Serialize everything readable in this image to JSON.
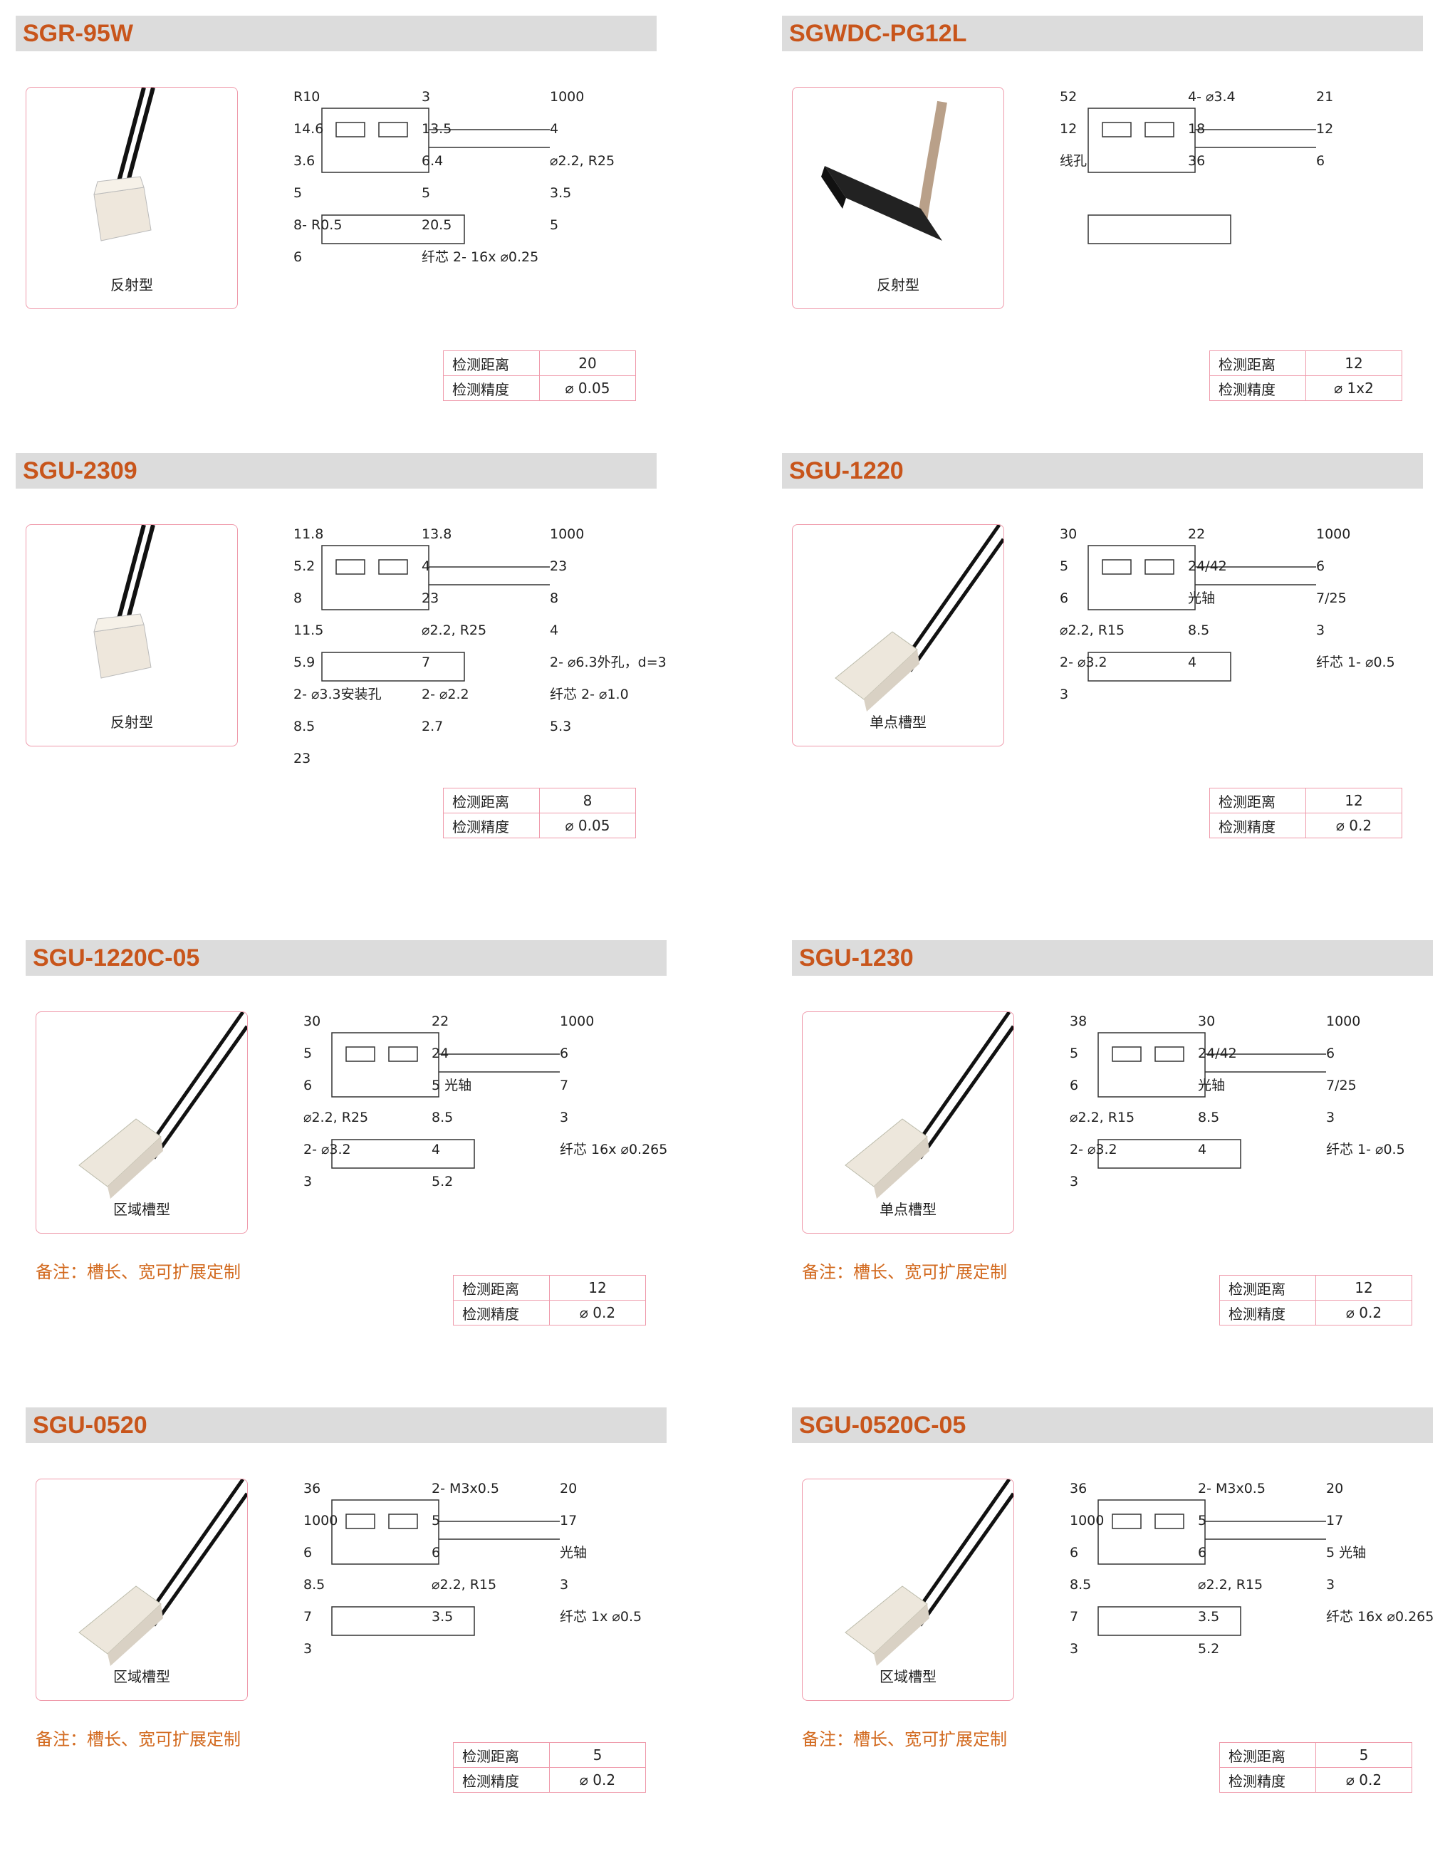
{
  "products": [
    {
      "model": "SGR-95W",
      "type": "反射型",
      "note": "",
      "specs": [
        {
          "label": "检测距离",
          "value": "20"
        },
        {
          "label": "检测精度",
          "value": "⌀ 0.05"
        }
      ],
      "dims": [
        "R10",
        "3",
        "1000",
        "14.6",
        "13.5",
        "4",
        "3.6",
        "6.4",
        "⌀2.2, R25",
        "5",
        "5",
        "3.5",
        "8- R0.5",
        "20.5",
        "5",
        "6",
        "纤芯 2- 16x ⌀0.25"
      ]
    },
    {
      "model": "SGWDC-PG12L",
      "type": "反射型",
      "note": "",
      "specs": [
        {
          "label": "检测距离",
          "value": "12"
        },
        {
          "label": "检测精度",
          "value": "⌀ 1x2"
        }
      ],
      "dims": [
        "52",
        "4- ⌀3.4",
        "21",
        "12",
        "18",
        "12",
        "线孔",
        "36",
        "6"
      ]
    },
    {
      "model": "SGU-2309",
      "type": "反射型",
      "note": "",
      "specs": [
        {
          "label": "检测距离",
          "value": "8"
        },
        {
          "label": "检测精度",
          "value": "⌀ 0.05"
        }
      ],
      "dims": [
        "11.8",
        "13.8",
        "1000",
        "5.2",
        "4",
        "23",
        "8",
        "23",
        "8",
        "11.5",
        "⌀2.2, R25",
        "4",
        "5.9",
        "7",
        "2- ⌀6.3外孔，d=3",
        "2- ⌀3.3安装孔",
        "2- ⌀2.2",
        "纤芯 2- ⌀1.0",
        "8.5",
        "2.7",
        "5.3",
        "23"
      ]
    },
    {
      "model": "SGU-1220",
      "type": "单点槽型",
      "note": "",
      "specs": [
        {
          "label": "检测距离",
          "value": "12"
        },
        {
          "label": "检测精度",
          "value": "⌀ 0.2"
        }
      ],
      "dims": [
        "30",
        "22",
        "1000",
        "5",
        "24/42",
        "6",
        "6",
        "光轴",
        "7/25",
        "⌀2.2, R15",
        "8.5",
        "3",
        "2- ⌀3.2",
        "4",
        "纤芯 1- ⌀0.5",
        "3"
      ]
    },
    {
      "model": "SGU-1220C-05",
      "type": "区域槽型",
      "note": "备注：槽长、宽可扩展定制",
      "specs": [
        {
          "label": "检测距离",
          "value": "12"
        },
        {
          "label": "检测精度",
          "value": "⌀ 0.2"
        }
      ],
      "dims": [
        "30",
        "22",
        "1000",
        "5",
        "24",
        "6",
        "6",
        "5 光轴",
        "7",
        "⌀2.2, R25",
        "8.5",
        "3",
        "2- ⌀3.2",
        "4",
        "纤芯 16x ⌀0.265",
        "3",
        "5.2"
      ]
    },
    {
      "model": "SGU-1230",
      "type": "单点槽型",
      "note": "备注：槽长、宽可扩展定制",
      "specs": [
        {
          "label": "检测距离",
          "value": "12"
        },
        {
          "label": "检测精度",
          "value": "⌀ 0.2"
        }
      ],
      "dims": [
        "38",
        "30",
        "1000",
        "5",
        "24/42",
        "6",
        "6",
        "光轴",
        "7/25",
        "⌀2.2, R15",
        "8.5",
        "3",
        "2- ⌀3.2",
        "4",
        "纤芯 1- ⌀0.5",
        "3"
      ]
    },
    {
      "model": "SGU-0520",
      "type": "区域槽型",
      "note": "备注：槽长、宽可扩展定制",
      "specs": [
        {
          "label": "检测距离",
          "value": "5"
        },
        {
          "label": "检测精度",
          "value": "⌀ 0.2"
        }
      ],
      "dims": [
        "36",
        "2- M3x0.5",
        "20",
        "1000",
        "5",
        "17",
        "6",
        "6",
        "光轴",
        "8.5",
        "⌀2.2, R15",
        "3",
        "7",
        "3.5",
        "纤芯 1x ⌀0.5",
        "3"
      ]
    },
    {
      "model": "SGU-0520C-05",
      "type": "区域槽型",
      "note": "备注：槽长、宽可扩展定制",
      "specs": [
        {
          "label": "检测距离",
          "value": "5"
        },
        {
          "label": "检测精度",
          "value": "⌀ 0.2"
        }
      ],
      "dims": [
        "36",
        "2- M3x0.5",
        "20",
        "1000",
        "5",
        "17",
        "6",
        "6",
        "5 光轴",
        "8.5",
        "⌀2.2, R15",
        "3",
        "7",
        "3.5",
        "纤芯 16x ⌀0.265",
        "3",
        "5.2"
      ]
    }
  ]
}
